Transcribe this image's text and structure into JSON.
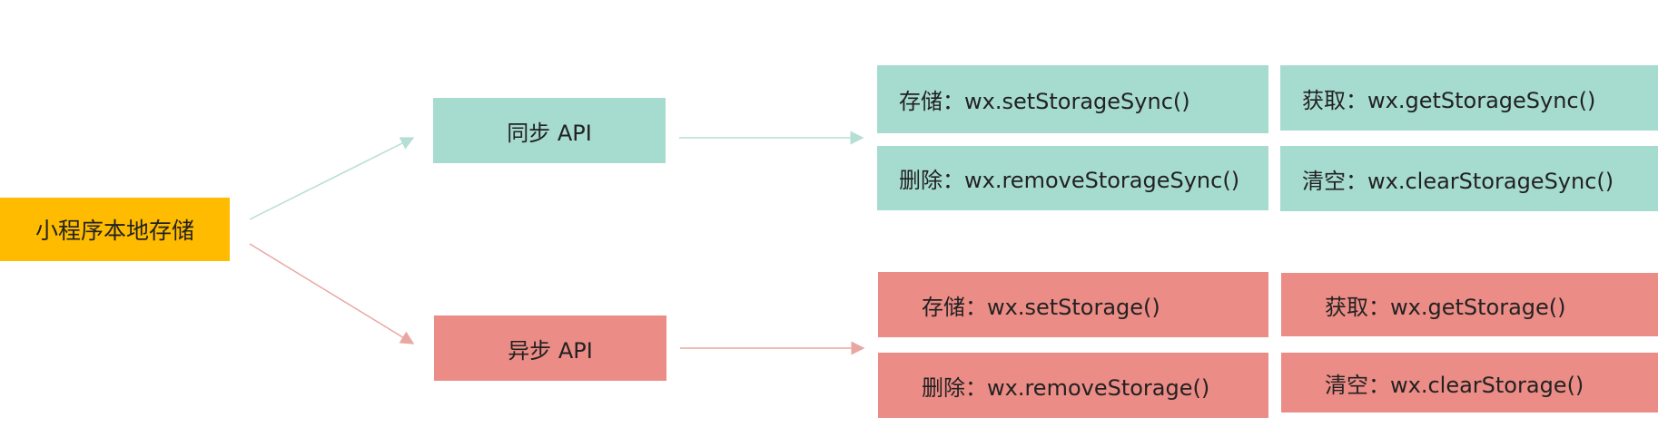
{
  "root": {
    "label": "小程序本地存储"
  },
  "sync": {
    "label": "同步 API",
    "color": "#a6dbd0",
    "store": "存储：wx.setStorageSync()",
    "get": "获取：wx.getStorageSync()",
    "remove": "删除：wx.removeStorageSync()",
    "clear": "清空：wx.clearStorageSync()"
  },
  "async": {
    "label": "异步 API",
    "color": "#ec8c86",
    "store": "存储：wx.setStorage()",
    "get": "获取：wx.getStorage()",
    "remove": "删除：wx.removeStorage()",
    "clear": "清空：wx.clearStorage()"
  },
  "root_color": "#ffbb00",
  "arrow_colors": {
    "sync": "#b5ded5",
    "async": "#e9a7a3"
  }
}
